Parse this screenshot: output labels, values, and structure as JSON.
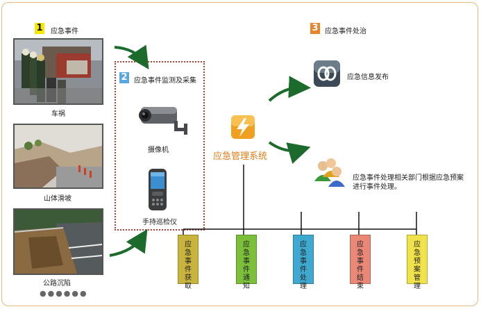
{
  "sections": {
    "s1": {
      "num": "1",
      "title": "应急事件",
      "color": "#f4e800"
    },
    "s2": {
      "num": "2",
      "title": "应急事件监测及采集",
      "color": "#5aa7e0"
    },
    "s3": {
      "num": "3",
      "title": "应急事件处治",
      "color": "#e8842c"
    }
  },
  "photos": [
    {
      "caption": "车祸"
    },
    {
      "caption": "山体滑坡"
    },
    {
      "caption": "公路沉陷"
    }
  ],
  "devices": {
    "camera": "摄像机",
    "handheld": "手持巡检仪"
  },
  "center": {
    "title": "应急管理系统"
  },
  "outputs": {
    "publish": "应急信息发布",
    "handle_line1": "应急事件处理相关部门根据应急预案",
    "handle_line2": "进行事件处理。"
  },
  "stages": [
    {
      "label": "应急事件获取",
      "color": "#c8b43c"
    },
    {
      "label": "应急事件通知",
      "color": "#7bbf3a"
    },
    {
      "label": "应急事件处理",
      "color": "#3ea8cf"
    },
    {
      "label": "应急事件结束",
      "color": "#ea8878"
    },
    {
      "label": "应急预案管理",
      "color": "#f0e24a"
    }
  ],
  "more": "●●●●●●",
  "icons": [
    "camera-icon",
    "handheld-device-icon",
    "lightning-app-icon",
    "link-app-icon",
    "people-icon"
  ]
}
